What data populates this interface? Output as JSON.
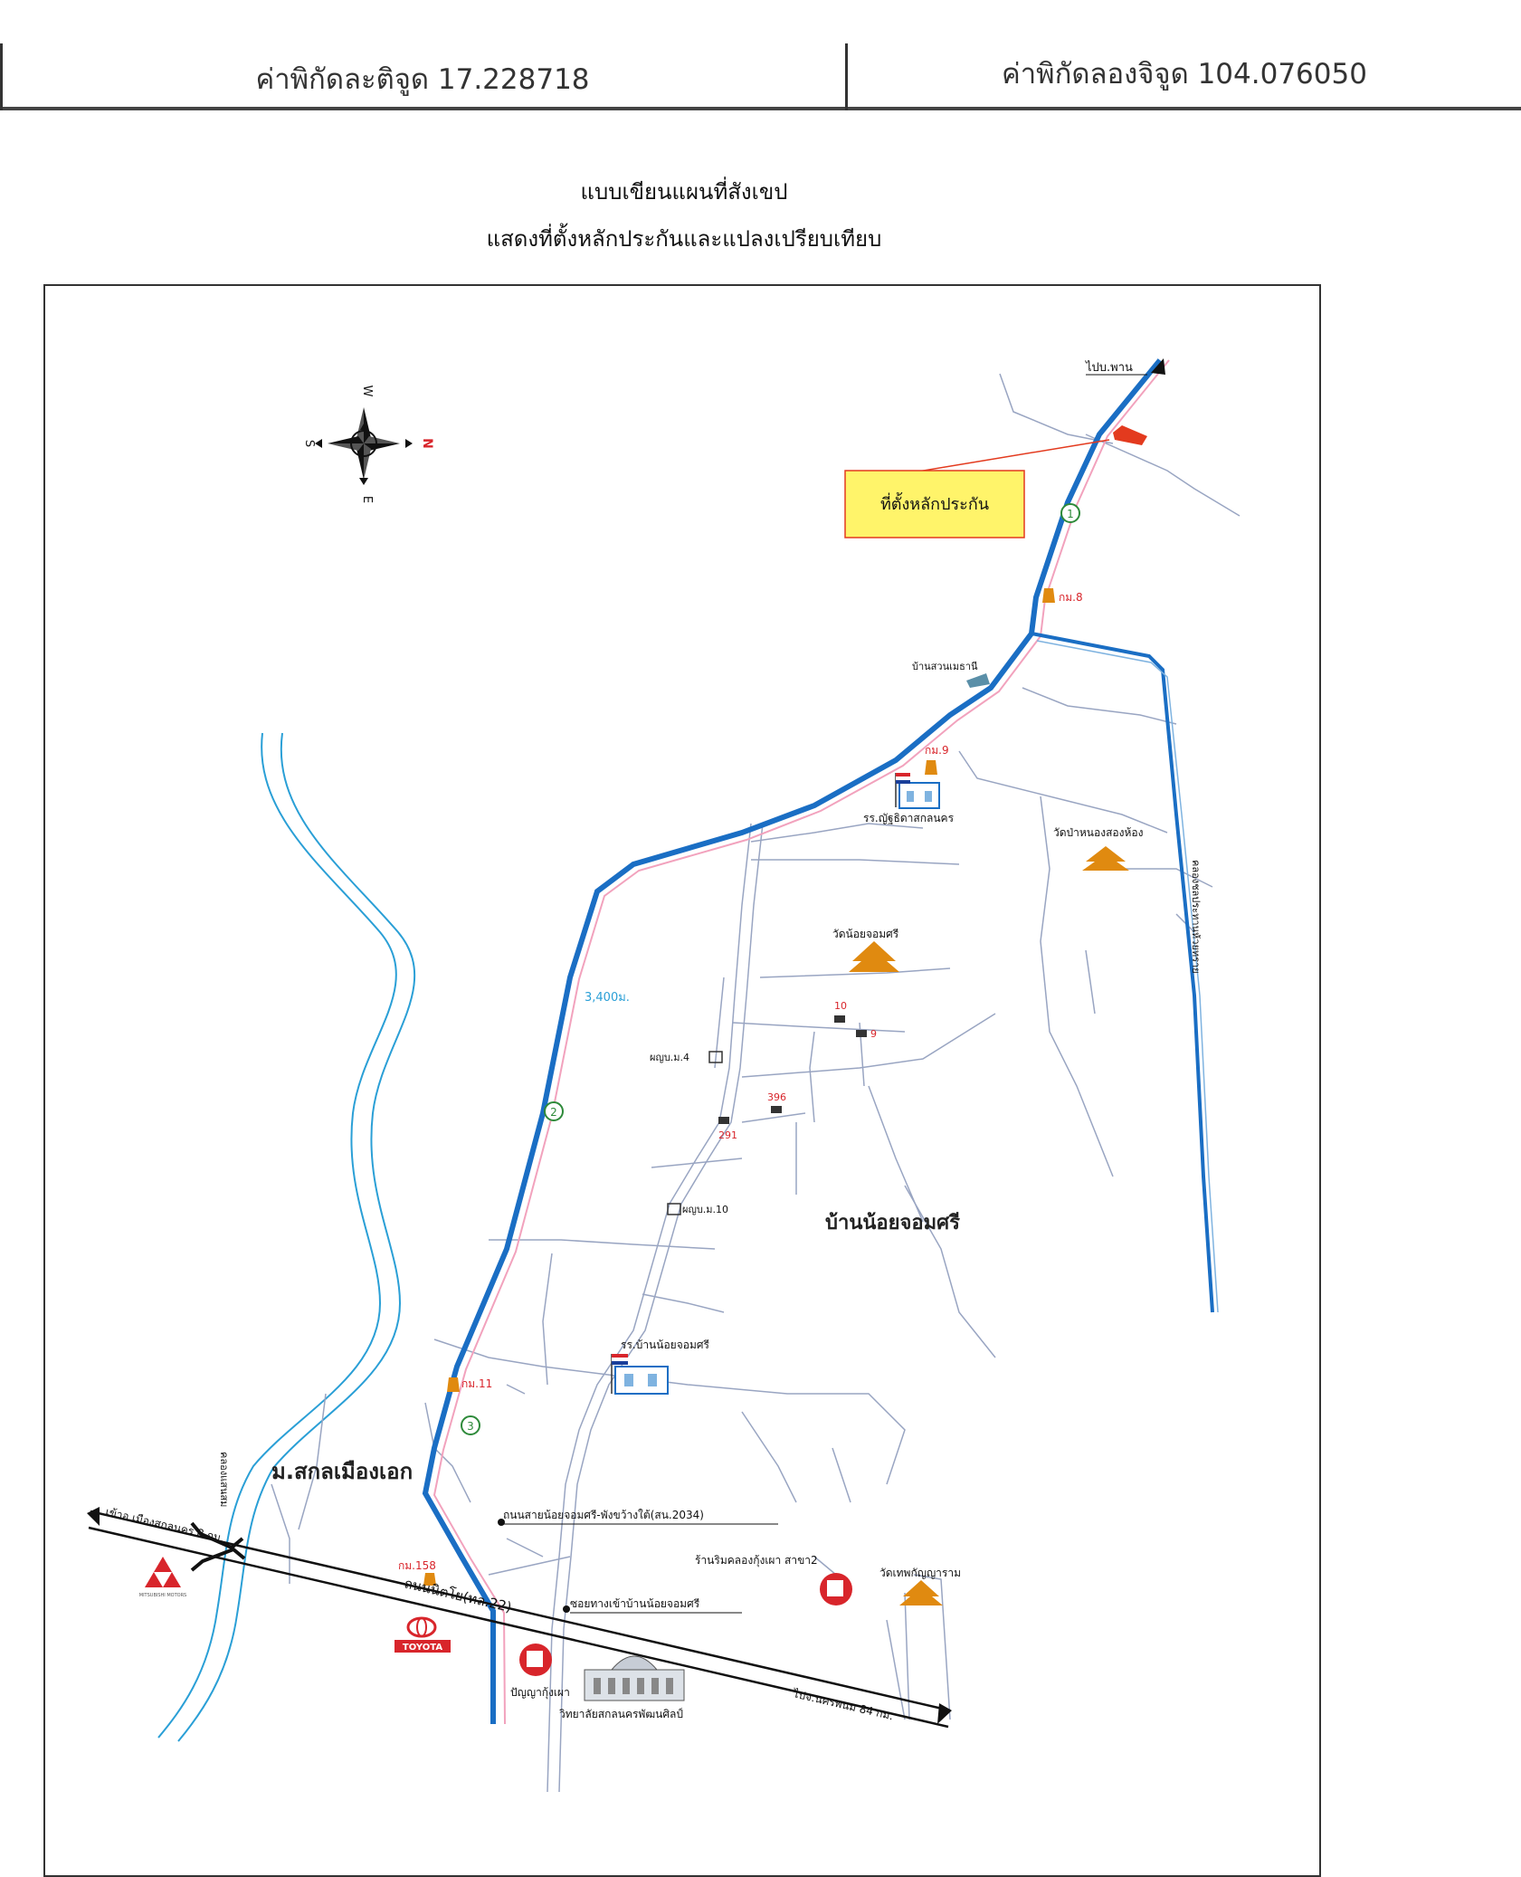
{
  "header": {
    "latitude_label": "ค่าพิกัดละติจูด 17.228718",
    "longitude_label": "ค่าพิกัดลองจิจูด 104.076050"
  },
  "title": {
    "line1": "แบบเขียนแผนที่สังเขป",
    "line2": "แสดงที่ตั้งหลักประกันและแปลงเปรียบเทียบ"
  },
  "compass": {
    "n": "N",
    "s": "S",
    "e": "E",
    "w": "W"
  },
  "map_labels": {
    "to_phan": "ไปบ.พาน",
    "collateral": "ที่ตั้งหลักประกัน",
    "route1": "1",
    "route2": "2",
    "route3": "3",
    "km8": "กม.8",
    "km9": "กม.9",
    "km11": "กม.11",
    "km158": "กม.158",
    "ban_suan": "บ้านสวนเมธานี",
    "school_top": "รร.ญัฐธิดาสกลนคร",
    "wat_pa": "วัดป่าหนองสองห้อง",
    "wat_noi": "วัดน้อยจอมศรี",
    "distance": "3,400ม.",
    "num10": "10",
    "num9": "9",
    "num396": "396",
    "num291": "291",
    "village_hall4": "ผญบ.ม.4",
    "village_hall10": "ผญบ.ม.10",
    "village_name": "บ้านน้อยจอมศรี",
    "canal_right": "คลองชลประทานห้วยทราย",
    "school_village": "รร.บ้านน้อยจอมศรี",
    "municipality": "ม.สกลเมืองเอก",
    "canal_left": "คลองแสนสม",
    "road_2034": "ถนนสายน้อยจอมศรี-พังขว้างใต้(สน.2034)",
    "to_city": "เข้าอ.เมืองสกลนคร 8 กม.",
    "nitayo_road": "ถนนนิตโย(ทล.22)",
    "soi_entrance": "ซอยทางเข้าบ้านน้อยจอมศรี",
    "restaurant2": "ร้านริมคลองกุ้งเผา สาขา2",
    "wat_thep": "วัดเทพกัญญาราม",
    "toyota": "TOYOTA",
    "mitsubishi": "MITSUBISHI MOTORS",
    "restaurant1": "ปัญญากุ้งเผา",
    "college": "วิทยาลัยสกลนครพัฒนศิลป์",
    "to_nakhon_phanom": "ไปจ.นครพนม 84 กม."
  },
  "colors": {
    "main_road": "#1a6ec4",
    "water": "#2a9fd6",
    "minor_road": "#8899bb",
    "label_red": "#d8252b",
    "callout_fill": "#fff46a",
    "temple": "#e08a10"
  }
}
